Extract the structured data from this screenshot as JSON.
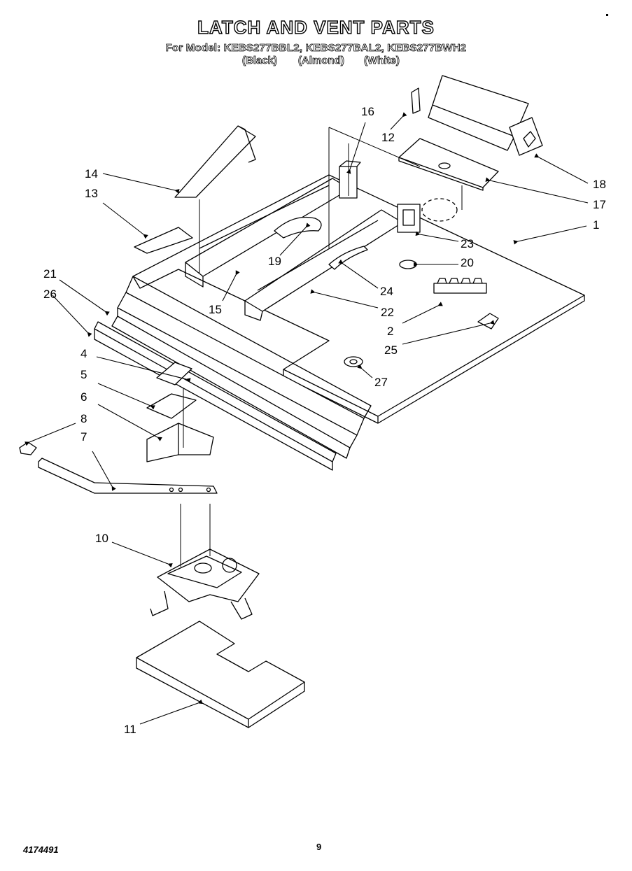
{
  "header": {
    "title": "LATCH AND VENT PARTS",
    "models_line": "For Model: KEBS277BBL2, KEBS277BAL2, KEBS277BWH2",
    "color_black": "(Black)",
    "color_almond": "(Almond)",
    "color_white": "(White)"
  },
  "callouts": {
    "c1": "1",
    "c2": "2",
    "c4": "4",
    "c5": "5",
    "c6": "6",
    "c7": "7",
    "c8": "8",
    "c10": "10",
    "c11": "11",
    "c12": "12",
    "c13": "13",
    "c14": "14",
    "c15": "15",
    "c16": "16",
    "c17": "17",
    "c18": "18",
    "c19": "19",
    "c20": "20",
    "c21": "21",
    "c22": "22",
    "c23": "23",
    "c24": "24",
    "c25": "25",
    "c26": "26",
    "c27": "27"
  },
  "footer": {
    "doc_number": "4174491",
    "page_number": "9"
  }
}
